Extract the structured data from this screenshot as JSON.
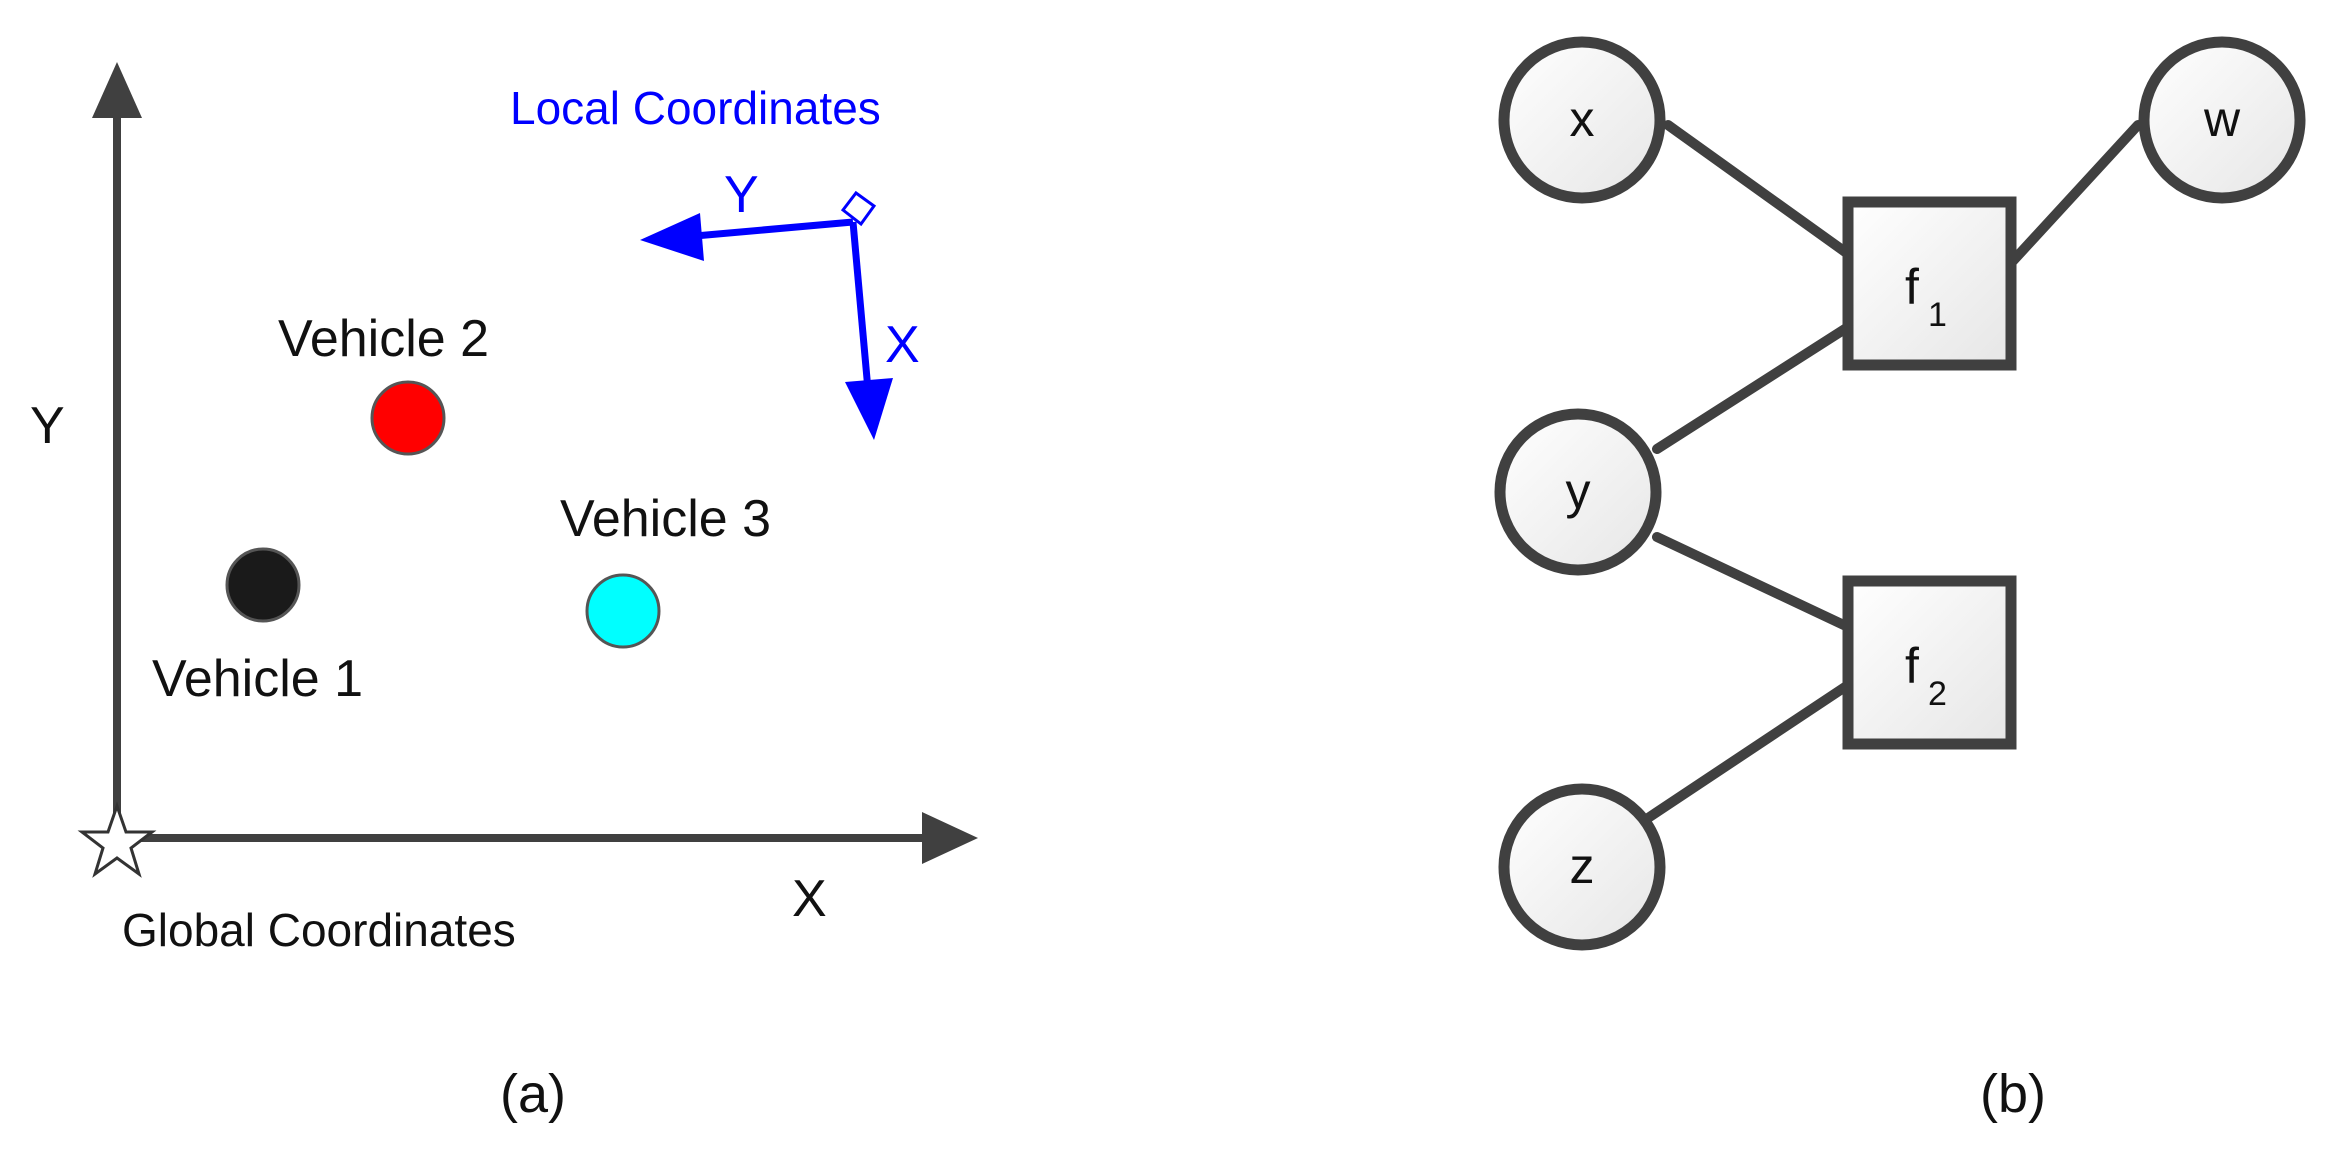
{
  "panel_a": {
    "caption": "(a)",
    "global": {
      "label": "Global Coordinates",
      "x_axis_label": "X",
      "y_axis_label": "Y",
      "axis_color": "#404040"
    },
    "local": {
      "label": "Local Coordinates",
      "x_axis_label": "X",
      "y_axis_label": "Y",
      "color": "#0000ff"
    },
    "vehicles": [
      {
        "label": "Vehicle 1",
        "color": "#1a1a1a"
      },
      {
        "label": "Vehicle 2",
        "color": "#ff0000"
      },
      {
        "label": "Vehicle 3",
        "color": "#00ffff"
      }
    ],
    "origin_icon": "star-icon"
  },
  "panel_b": {
    "caption": "(b)",
    "variables": [
      {
        "label": "x"
      },
      {
        "label": "w"
      },
      {
        "label": "y"
      },
      {
        "label": "z"
      }
    ],
    "factors": [
      {
        "base": "f",
        "subscript": "1"
      },
      {
        "base": "f",
        "subscript": "2"
      }
    ],
    "edges": [
      [
        "x",
        "f1"
      ],
      [
        "w",
        "f1"
      ],
      [
        "y",
        "f1"
      ],
      [
        "y",
        "f2"
      ],
      [
        "z",
        "f2"
      ]
    ],
    "stroke_color": "#404040",
    "fill_color": "#f2f2f2"
  }
}
